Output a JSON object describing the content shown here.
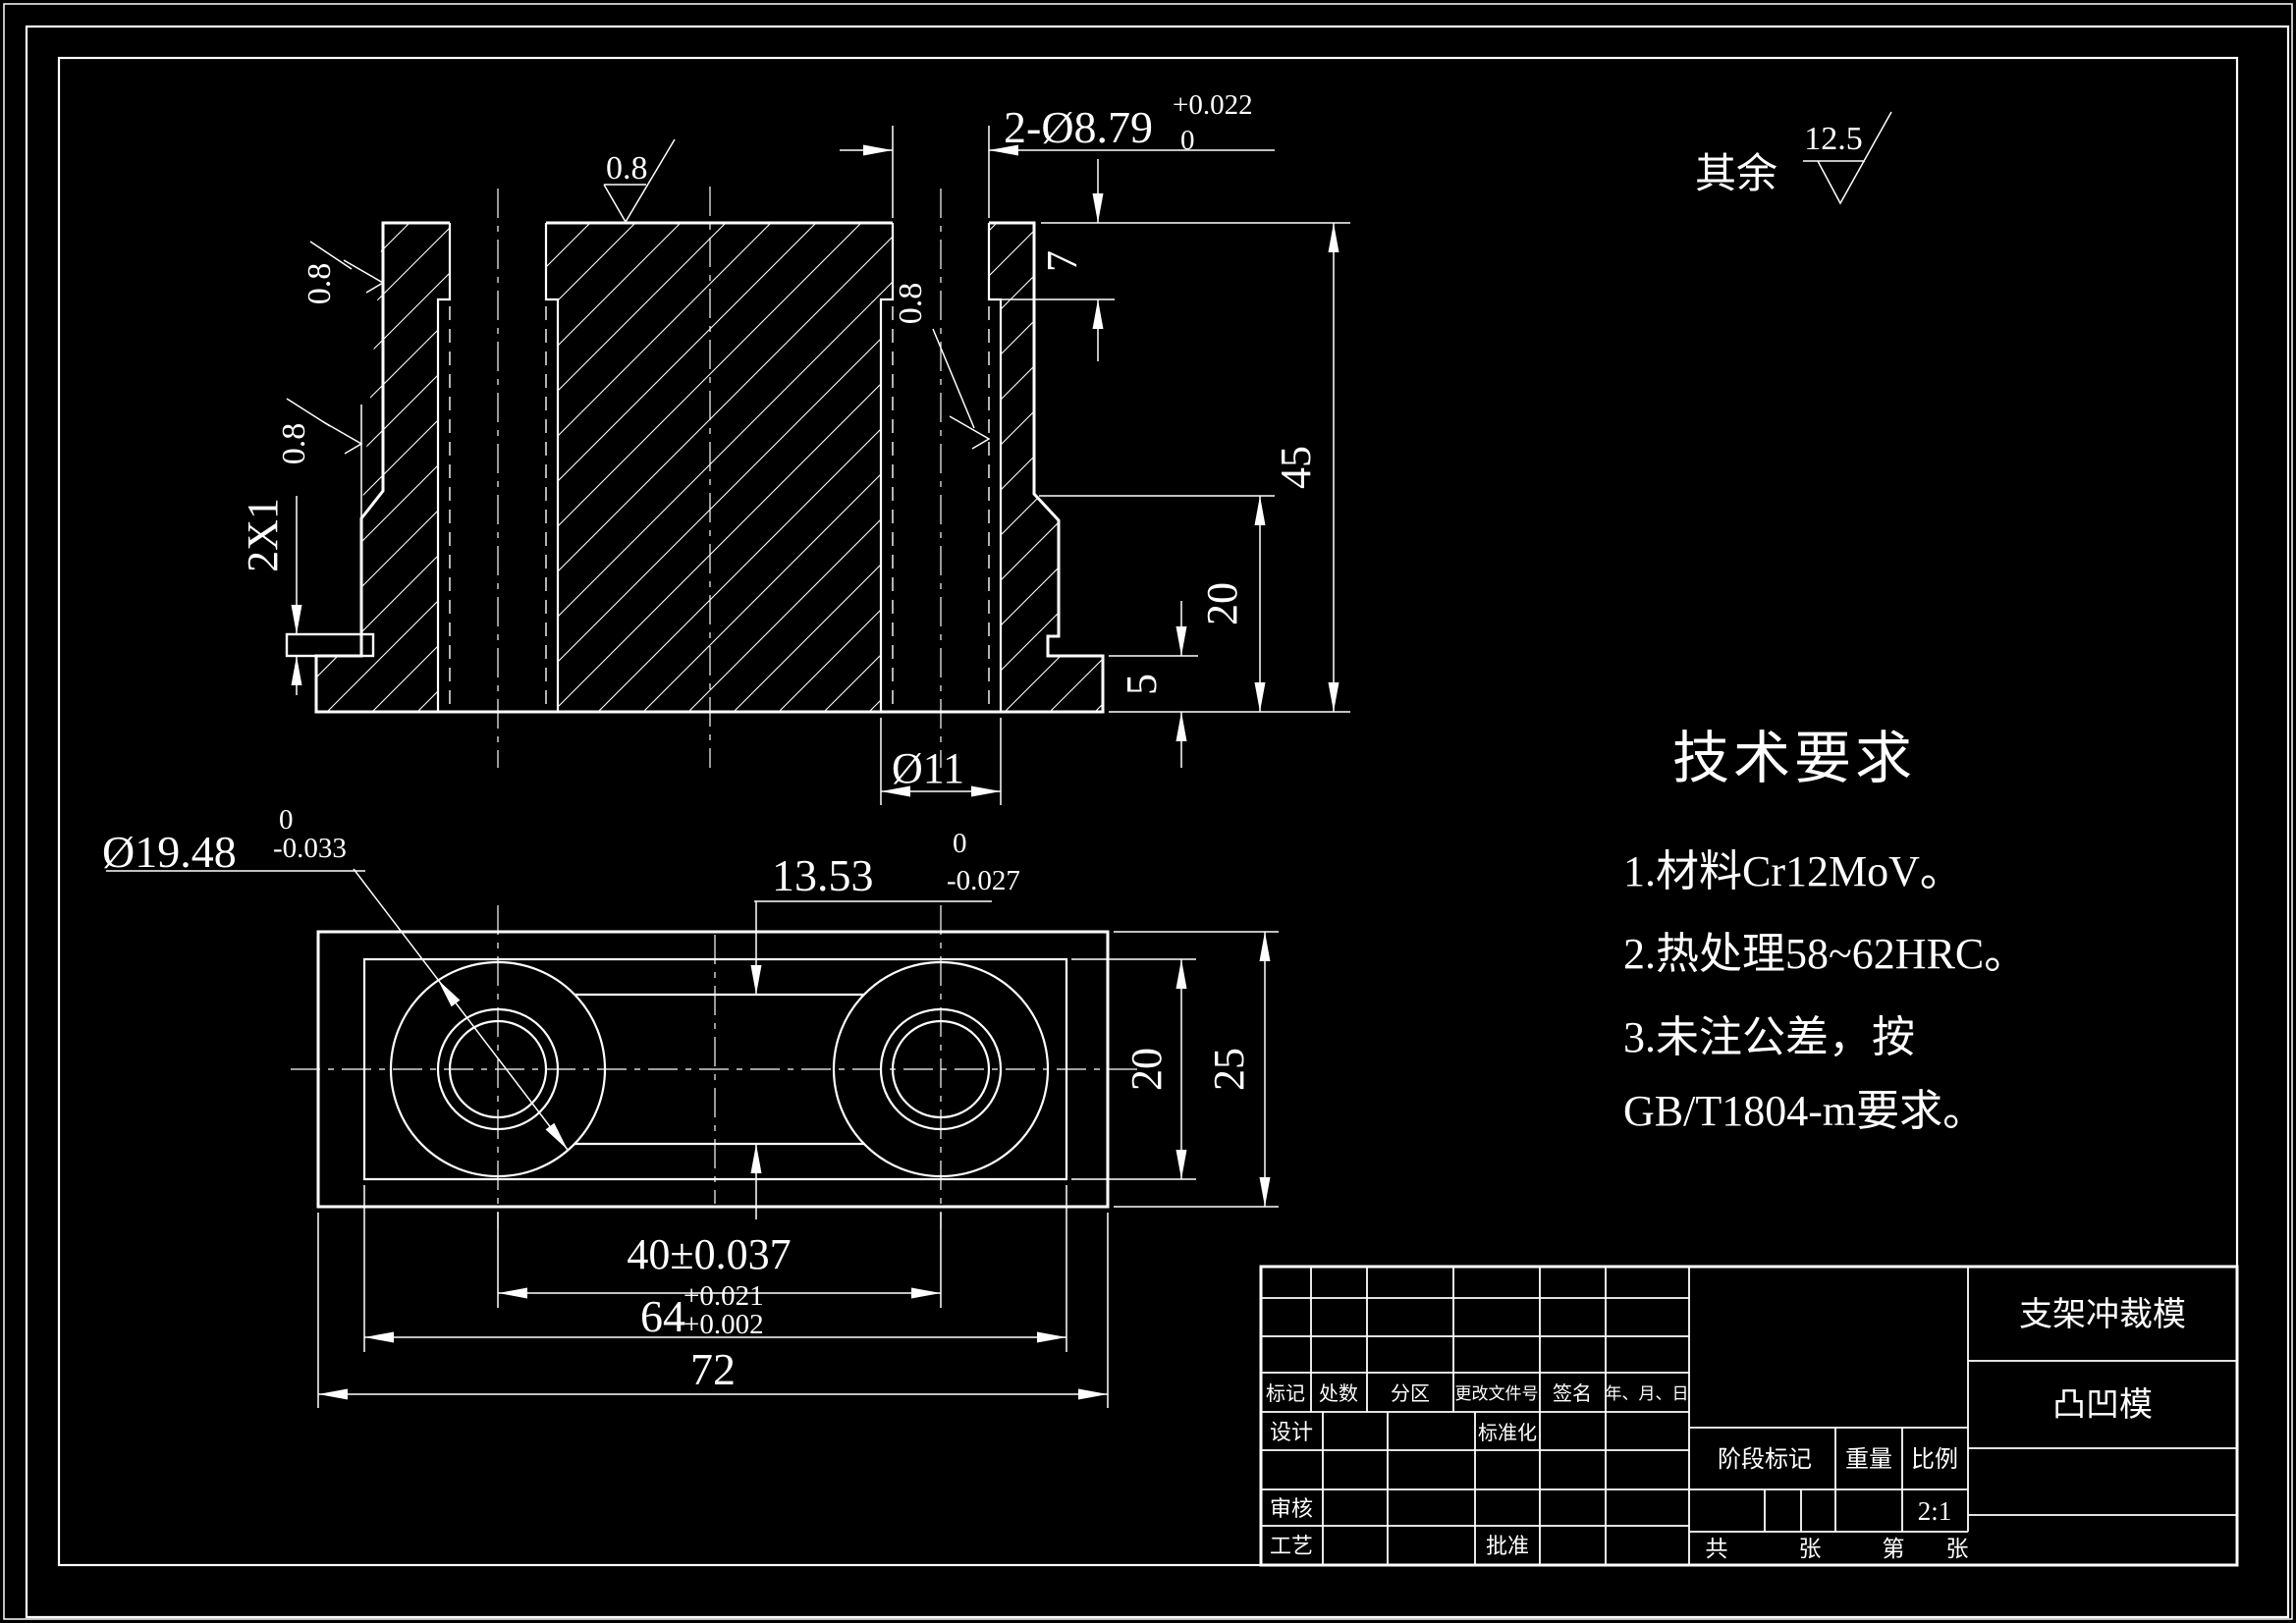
{
  "section_view": {
    "dim_hole_top": "2-Ø8.79",
    "dim_hole_top_tol_upper": "+0.022",
    "dim_hole_top_tol_lower": "0",
    "dim_land_depth": "7",
    "dim_total_height": "45",
    "dim_lower_height": "20",
    "dim_base_height": "5",
    "dim_relief_bore": "Ø11",
    "dim_chamfer": "2X1",
    "roughness_value": "0.8"
  },
  "bottom_view": {
    "dim_big_bore": "Ø19.48",
    "dim_big_bore_tol_upper": "0",
    "dim_big_bore_tol_lower": "-0.033",
    "dim_waist": "13.53",
    "dim_waist_tol_upper": "0",
    "dim_waist_tol_lower": "-0.027",
    "dim_inner_height": "20",
    "dim_outer_height": "25",
    "dim_hole_spacing": "40±0.037",
    "dim_inner_width": "64",
    "dim_inner_width_tol_upper": "+0.021",
    "dim_inner_width_tol_lower": "+0.002",
    "dim_outer_width": "72"
  },
  "general_note": {
    "prefix": "其余",
    "roughness": "12.5"
  },
  "tech_requirements": {
    "title": "技术要求",
    "items": [
      "1.材料Cr12MoV。",
      "2.热处理58~62HRC。",
      "3.未注公差，按",
      "GB/T1804-m要求。"
    ]
  },
  "title_block": {
    "revision_headers": [
      "标记",
      "处数",
      "分区",
      "更改文件号",
      "签名",
      "年、月、日"
    ],
    "role_design": "设计",
    "role_standardization": "标准化",
    "role_check": "审核",
    "role_process": "工艺",
    "role_approve": "批准",
    "stage_mark": "阶段标记",
    "weight_label": "重量",
    "scale_label": "比例",
    "scale_value": "2:1",
    "sheet_total_label": "共",
    "sheet_unit1": "张",
    "sheet_no_label": "第",
    "sheet_unit2": "张",
    "product_name": "支架冲裁模",
    "part_name": "凸凹模"
  }
}
